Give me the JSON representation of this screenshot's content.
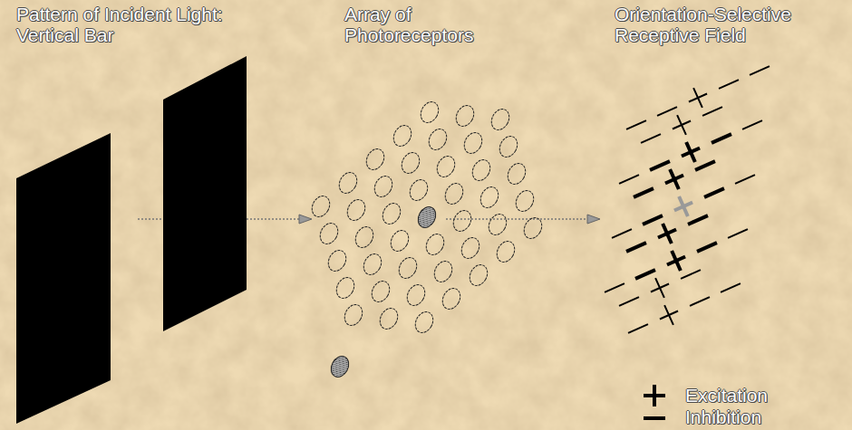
{
  "diagram": {
    "labels": [
      "Pattern of Incident Light: Vertical Bar",
      "Array of Photoreceptors",
      "Orientation-Selective Receptive Field"
    ],
    "legend": [
      {
        "text": "Excitation"
      },
      {
        "text": "Inhibition"
      }
    ]
  }
}
